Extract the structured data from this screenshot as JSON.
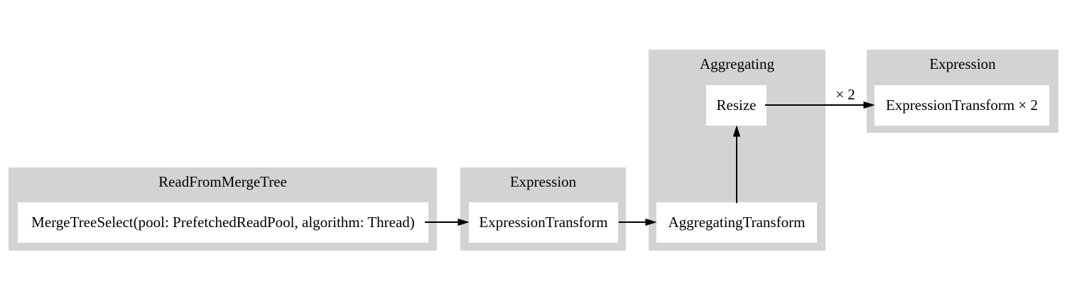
{
  "diagram": {
    "clusters": {
      "read": {
        "title": "ReadFromMergeTree",
        "node": "MergeTreeSelect(pool: PrefetchedReadPool, algorithm: Thread)"
      },
      "expression1": {
        "title": "Expression",
        "node": "ExpressionTransform"
      },
      "aggregating": {
        "title": "Aggregating",
        "resize_node": "Resize",
        "transform_node": "AggregatingTransform"
      },
      "expression2": {
        "title": "Expression",
        "node": "ExpressionTransform × 2"
      }
    },
    "edge_labels": {
      "resize_out": "× 2"
    },
    "colors": {
      "background": "#ffffff",
      "cluster_fill": "#d3d3d3",
      "node_fill": "#ffffff",
      "edge": "#000000",
      "text": "#000000"
    }
  }
}
